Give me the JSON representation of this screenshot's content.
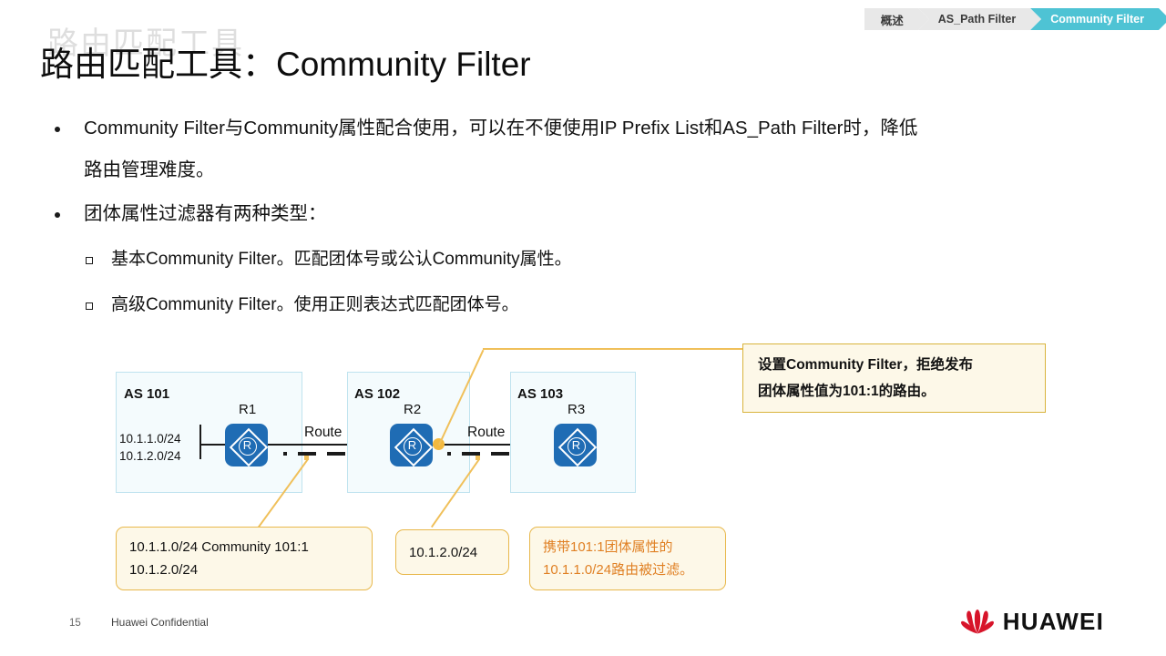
{
  "breadcrumb": {
    "items": [
      {
        "label": "概述",
        "active": false
      },
      {
        "label": "AS_Path Filter",
        "active": false
      },
      {
        "label": "Community Filter",
        "active": true
      }
    ],
    "active_color": "#4ec3d4",
    "inactive_color": "#e8e8e8"
  },
  "title": "路由匹配工具：Community Filter",
  "title_ghost": "路由匹配工具",
  "bullets": {
    "item1_line1": "Community Filter与Community属性配合使用，可以在不便使用IP Prefix List和AS_Path Filter时，降低",
    "item1_line2": "路由管理难度。",
    "item2": "团体属性过滤器有两种类型：",
    "sub1": "基本Community Filter。匹配团体号或公认Community属性。",
    "sub2": "高级Community Filter。使用正则表达式匹配团体号。"
  },
  "diagram": {
    "as_boxes": [
      {
        "label": "AS 101",
        "router": "R1"
      },
      {
        "label": "AS 102",
        "router": "R2"
      },
      {
        "label": "AS 103",
        "router": "R3"
      }
    ],
    "prefixes_line1": "10.1.1.0/24",
    "prefixes_line2": "10.1.2.0/24",
    "route_label_1": "Route",
    "route_label_2": "Route",
    "box_fill": "#f4fbfd",
    "box_border": "#bfe3ef",
    "router_color": "#1f6cb4",
    "marker_color": "#f3b93f"
  },
  "callouts": {
    "top_right_line1": "设置Community Filter，拒绝发布",
    "top_right_line2": "团体属性值为101:1的路由。",
    "bottom_left_line1": "10.1.1.0/24 Community 101:1",
    "bottom_left_line2": "10.1.2.0/24",
    "bottom_mid": "10.1.2.0/24",
    "bottom_right_line1": "携带101:1团体属性的",
    "bottom_right_line2": "10.1.1.0/24路由被过滤。",
    "border_color": "#e8b84b",
    "fill_color": "#fdf8e8",
    "orange_text_color": "#e08024"
  },
  "footer": {
    "page_number": "15",
    "confidential": "Huawei Confidential",
    "brand": "HUAWEI"
  }
}
